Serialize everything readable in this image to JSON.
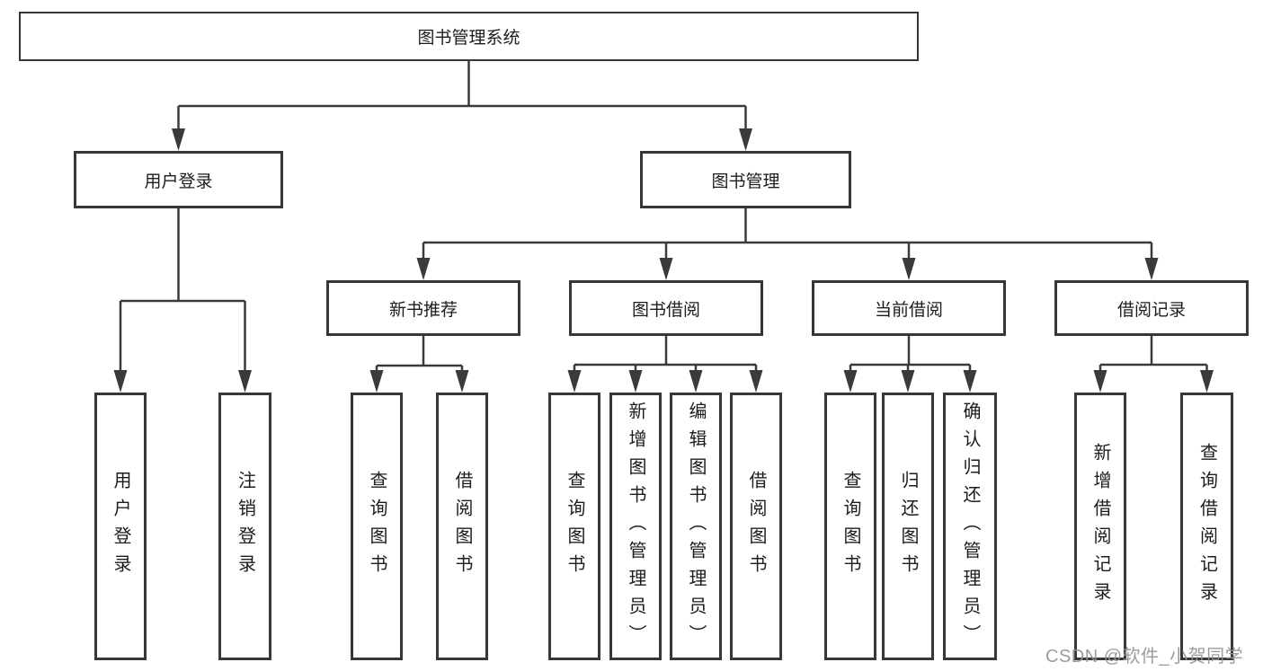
{
  "watermark": "CSDN @软件_小贺同学",
  "colors": {
    "background": "#ffffff",
    "box_border": "#373737",
    "connector_line": "#3a3a3a",
    "text": "#1c1c1c",
    "watermark_text": "#949494"
  },
  "nodes": {
    "root": "图书管理系统",
    "user_login": "用户登录",
    "book_mgmt": "图书管理",
    "login": "用户登录",
    "logout": "注销登录",
    "rec": "新书推荐",
    "borrow": "图书借阅",
    "current": "当前借阅",
    "record": "借阅记录",
    "rec_query": "查询图书",
    "rec_borrow": "借阅图书",
    "borrow_query": "查询图书",
    "borrow_add": "新增图书（管理员）",
    "borrow_edit": "编辑图书（管理员）",
    "borrow_borrow": "借阅图书",
    "current_query": "查询图书",
    "current_return": "归还图书",
    "current_confirm": "确认归还（管理员）",
    "record_add": "新增借阅记录",
    "record_query": "查询借阅记录"
  }
}
